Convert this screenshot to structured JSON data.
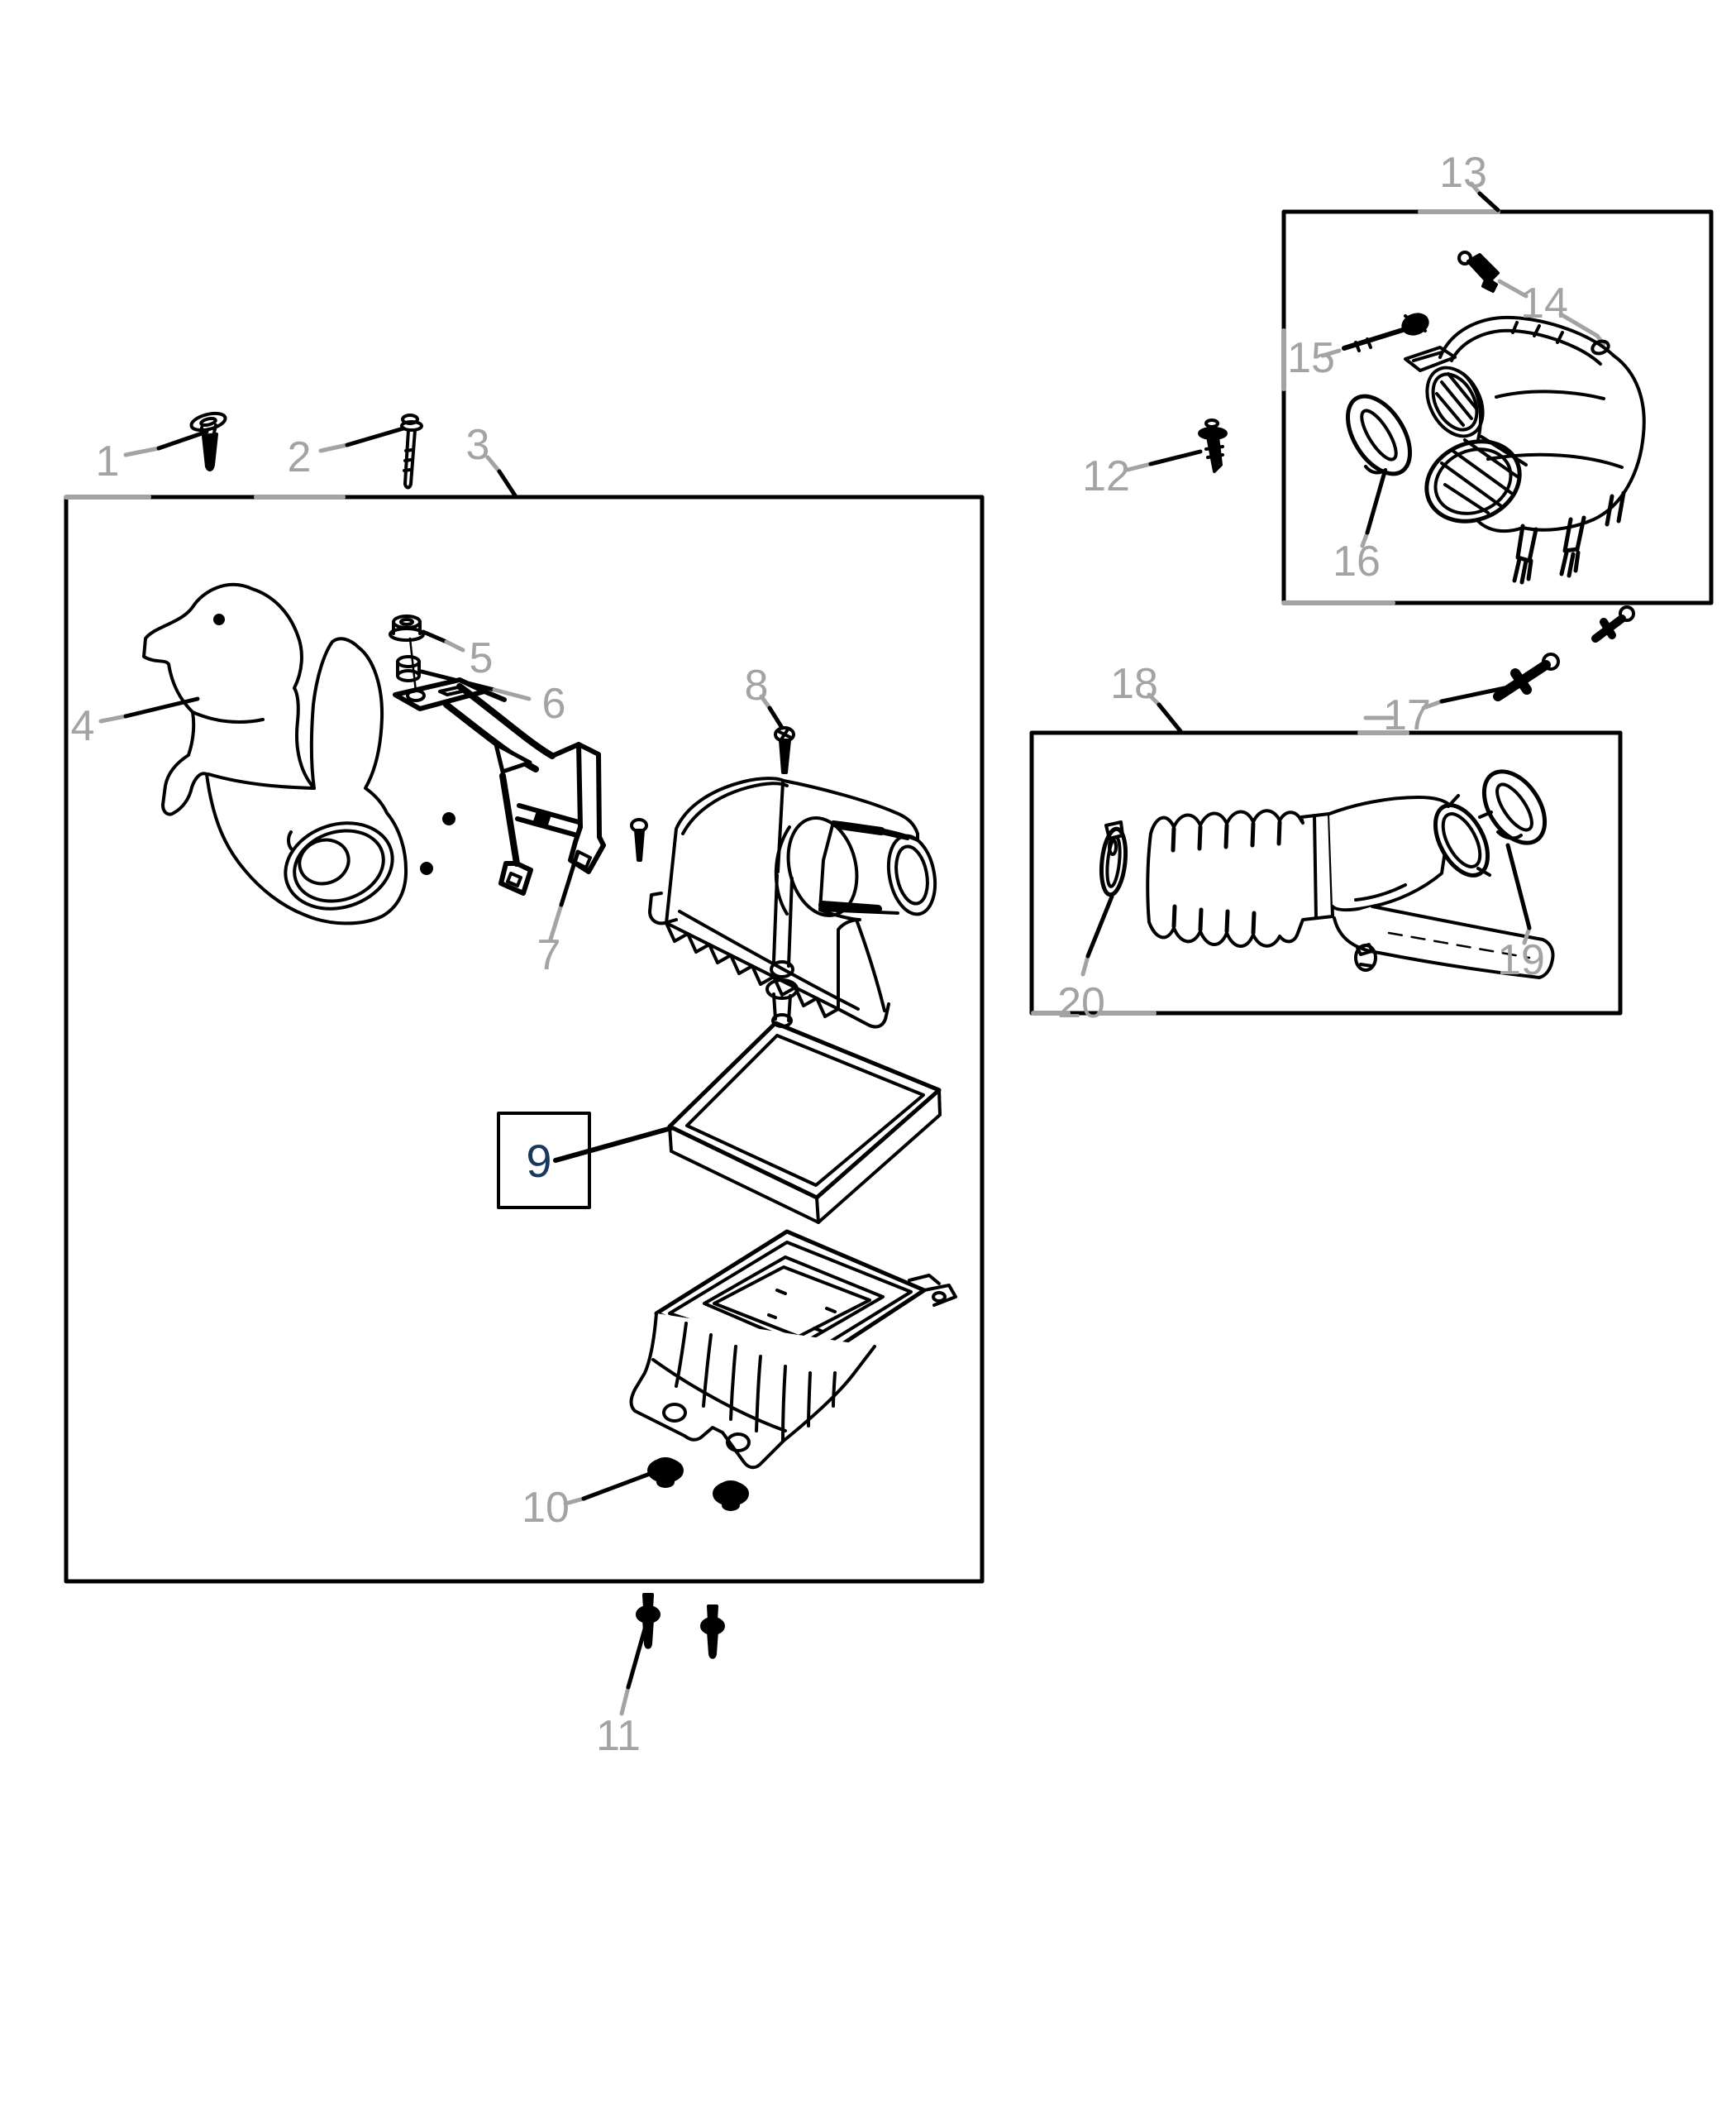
{
  "diagram": {
    "type": "exploded-parts-diagram",
    "colors": {
      "background": "#ffffff",
      "line": "#000000",
      "callout": "#a3a3a3",
      "highlight_fill": "#7fb1d8",
      "highlight_text": "#17395c"
    },
    "highlighted_callout": "9",
    "callouts": [
      {
        "label": "1"
      },
      {
        "label": "2"
      },
      {
        "label": "3"
      },
      {
        "label": "4"
      },
      {
        "label": "5"
      },
      {
        "label": "6"
      },
      {
        "label": "7"
      },
      {
        "label": "8"
      },
      {
        "label": "9"
      },
      {
        "label": "10"
      },
      {
        "label": "11"
      },
      {
        "label": "12"
      },
      {
        "label": "13"
      },
      {
        "label": "14"
      },
      {
        "label": "15"
      },
      {
        "label": "16"
      },
      {
        "label": "17"
      },
      {
        "label": "18"
      },
      {
        "label": "19"
      },
      {
        "label": "20"
      }
    ]
  }
}
